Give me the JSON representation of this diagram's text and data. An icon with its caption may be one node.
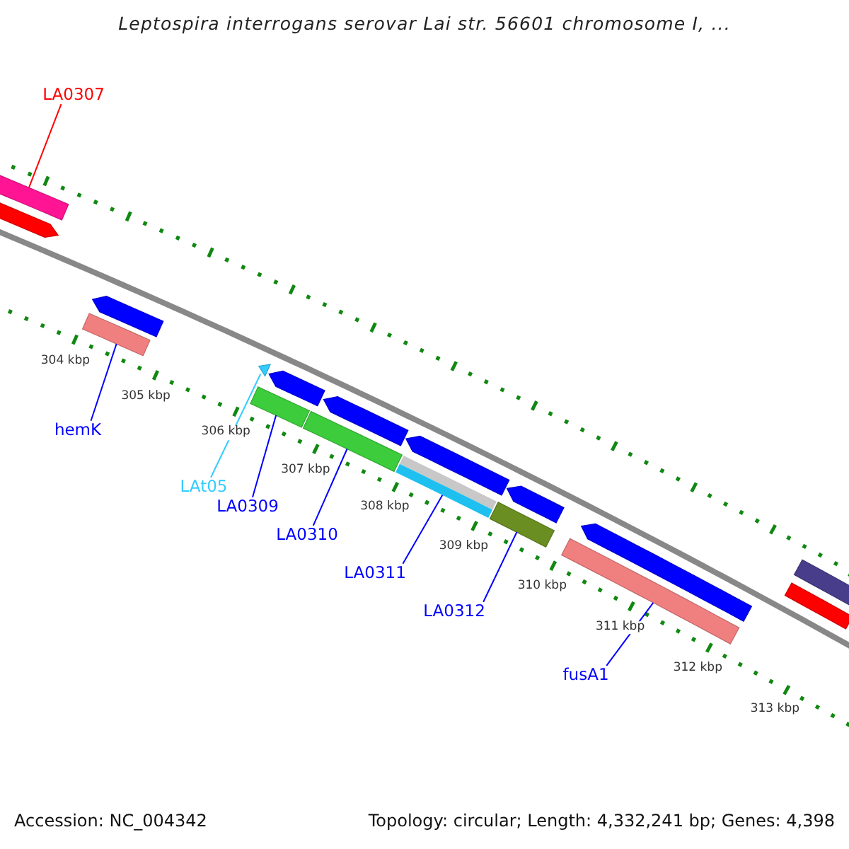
{
  "diagram": {
    "title": "Leptospira interrogans serovar Lai str. 56601 chromosome I, ...",
    "nodes": [
      {
        "text": [
          "LA0307"
        ]
      },
      {
        "text": [
          "hemK"
        ]
      },
      {
        "text": [
          "LAt05"
        ]
      },
      {
        "text": [
          "LA0309"
        ]
      },
      {
        "text": [
          "LA0310"
        ]
      },
      {
        "text": [
          "LA0311"
        ]
      },
      {
        "text": [
          "LA0312"
        ]
      },
      {
        "text": [
          "fusA1"
        ]
      },
      {
        "text": [],
        "shape": "bar"
      },
      {
        "text": [],
        "shape": "arrow"
      },
      {
        "text": [],
        "shape": "arrow"
      },
      {
        "text": [],
        "shape": "bar"
      },
      {
        "text": [],
        "shape": "arrow"
      },
      {
        "text": [],
        "shape": "bar"
      },
      {
        "text": [],
        "shape": "arrow"
      },
      {
        "text": [],
        "shape": "bar"
      },
      {
        "text": [],
        "shape": "arrow"
      },
      {
        "text": [],
        "shape": "arrow"
      },
      {
        "text": [],
        "shape": "bar"
      },
      {
        "text": [],
        "shape": "bar"
      },
      {
        "text": [],
        "shape": "arrow"
      },
      {
        "text": [],
        "shape": "bar"
      },
      {
        "text": [],
        "shape": "arrow"
      },
      {
        "text": [],
        "shape": "bar"
      },
      {
        "text": [],
        "shape": "bar"
      }
    ],
    "edges": [
      {
        "from": 0,
        "to": 8,
        "arrow": "none",
        "color": "#ff0000"
      },
      {
        "from": 1,
        "to": 11,
        "arrow": "none"
      },
      {
        "from": 2,
        "to": 12,
        "arrow": "none",
        "color": "#33ccff"
      },
      {
        "from": 3,
        "to": 13,
        "arrow": "none"
      },
      {
        "from": 4,
        "to": 15,
        "arrow": "none"
      },
      {
        "from": 5,
        "to": 18,
        "arrow": "none"
      },
      {
        "from": 6,
        "to": 19,
        "arrow": "none"
      },
      {
        "from": 7,
        "to": 21,
        "arrow": "none"
      }
    ],
    "labels": [
      "304 kbp",
      "305 kbp",
      "306 kbp",
      "307 kbp",
      "308 kbp",
      "309 kbp",
      "310 kbp",
      "311 kbp",
      "312 kbp",
      "313 kbp",
      "Accession: NC_004342",
      "Topology: circular; Length: 4,332,241 bp; Genes: 4,398"
    ]
  }
}
